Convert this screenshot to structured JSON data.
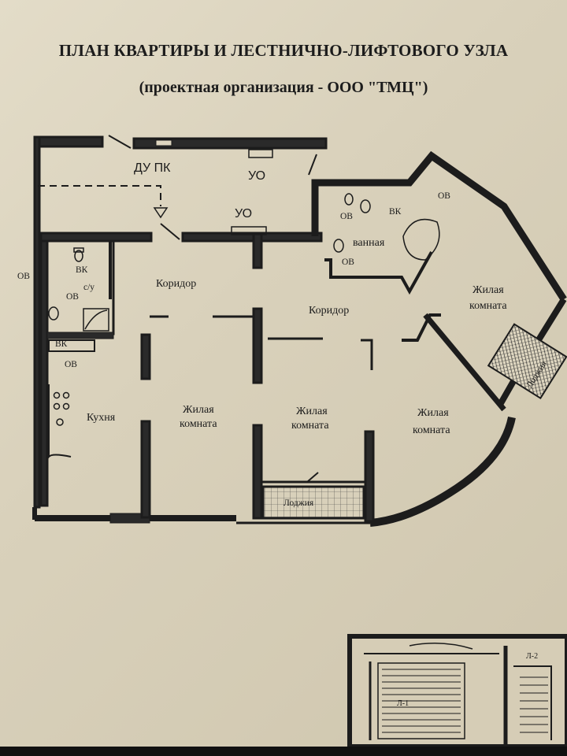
{
  "header": {
    "title": "ПЛАН КВАРТИРЫ И ЛЕСТНИЧНО-ЛИФТОВОГО УЗЛА",
    "subtitle": "(проектная организация - ООО \"ТМЦ\")"
  },
  "rooms": {
    "corridor_left": "Коридор",
    "corridor_right": "Коридор",
    "kitchen": "Кухня",
    "living_1_a": "Жилая",
    "living_1_b": "комната",
    "living_2_a": "Жилая",
    "living_2_b": "комната",
    "living_3_a": "Жилая",
    "living_3_b": "комната",
    "living_4_a": "Жилая",
    "living_4_b": "комната",
    "bathroom": "ванная",
    "wc": "с/у",
    "loggia_1": "Лоджия",
    "loggia_2": "Лоджия"
  },
  "marks": {
    "du_pk": "ДУ ПК",
    "uo_top": "УО",
    "uo_mid": "УО",
    "ov": "ОВ",
    "vk": "ВК",
    "l1": "Л-1",
    "l2": "Л-2"
  }
}
